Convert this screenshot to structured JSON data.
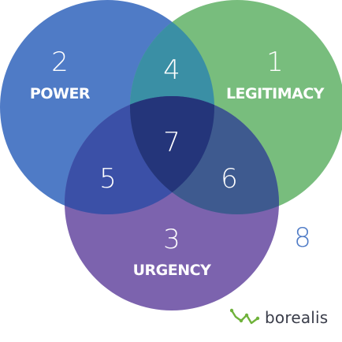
{
  "colors": {
    "power": "#4f7bc6",
    "legitimacy": "#78bd7d",
    "urgency": "#7c63ae",
    "power_legitimacy": "#3a8fa5",
    "power_urgency": "#3b50a7",
    "legitimacy_urgency": "#3e5a8f",
    "all_three": "#24357a",
    "outside": "#4f7bc6",
    "logo_mark": "#6fb23b",
    "logo_text": "#3a3d4a"
  },
  "sets": {
    "power": {
      "label": "POWER",
      "number": "2"
    },
    "legitimacy": {
      "label": "LEGITIMACY",
      "number": "1"
    },
    "urgency": {
      "label": "URGENCY",
      "number": "3"
    }
  },
  "regions": {
    "power_legitimacy": "4",
    "power_urgency": "5",
    "legitimacy_urgency": "6",
    "all_three": "7",
    "outside": "8"
  },
  "logo": {
    "text": "borealis",
    "icon": "borealis-constellation-icon"
  }
}
